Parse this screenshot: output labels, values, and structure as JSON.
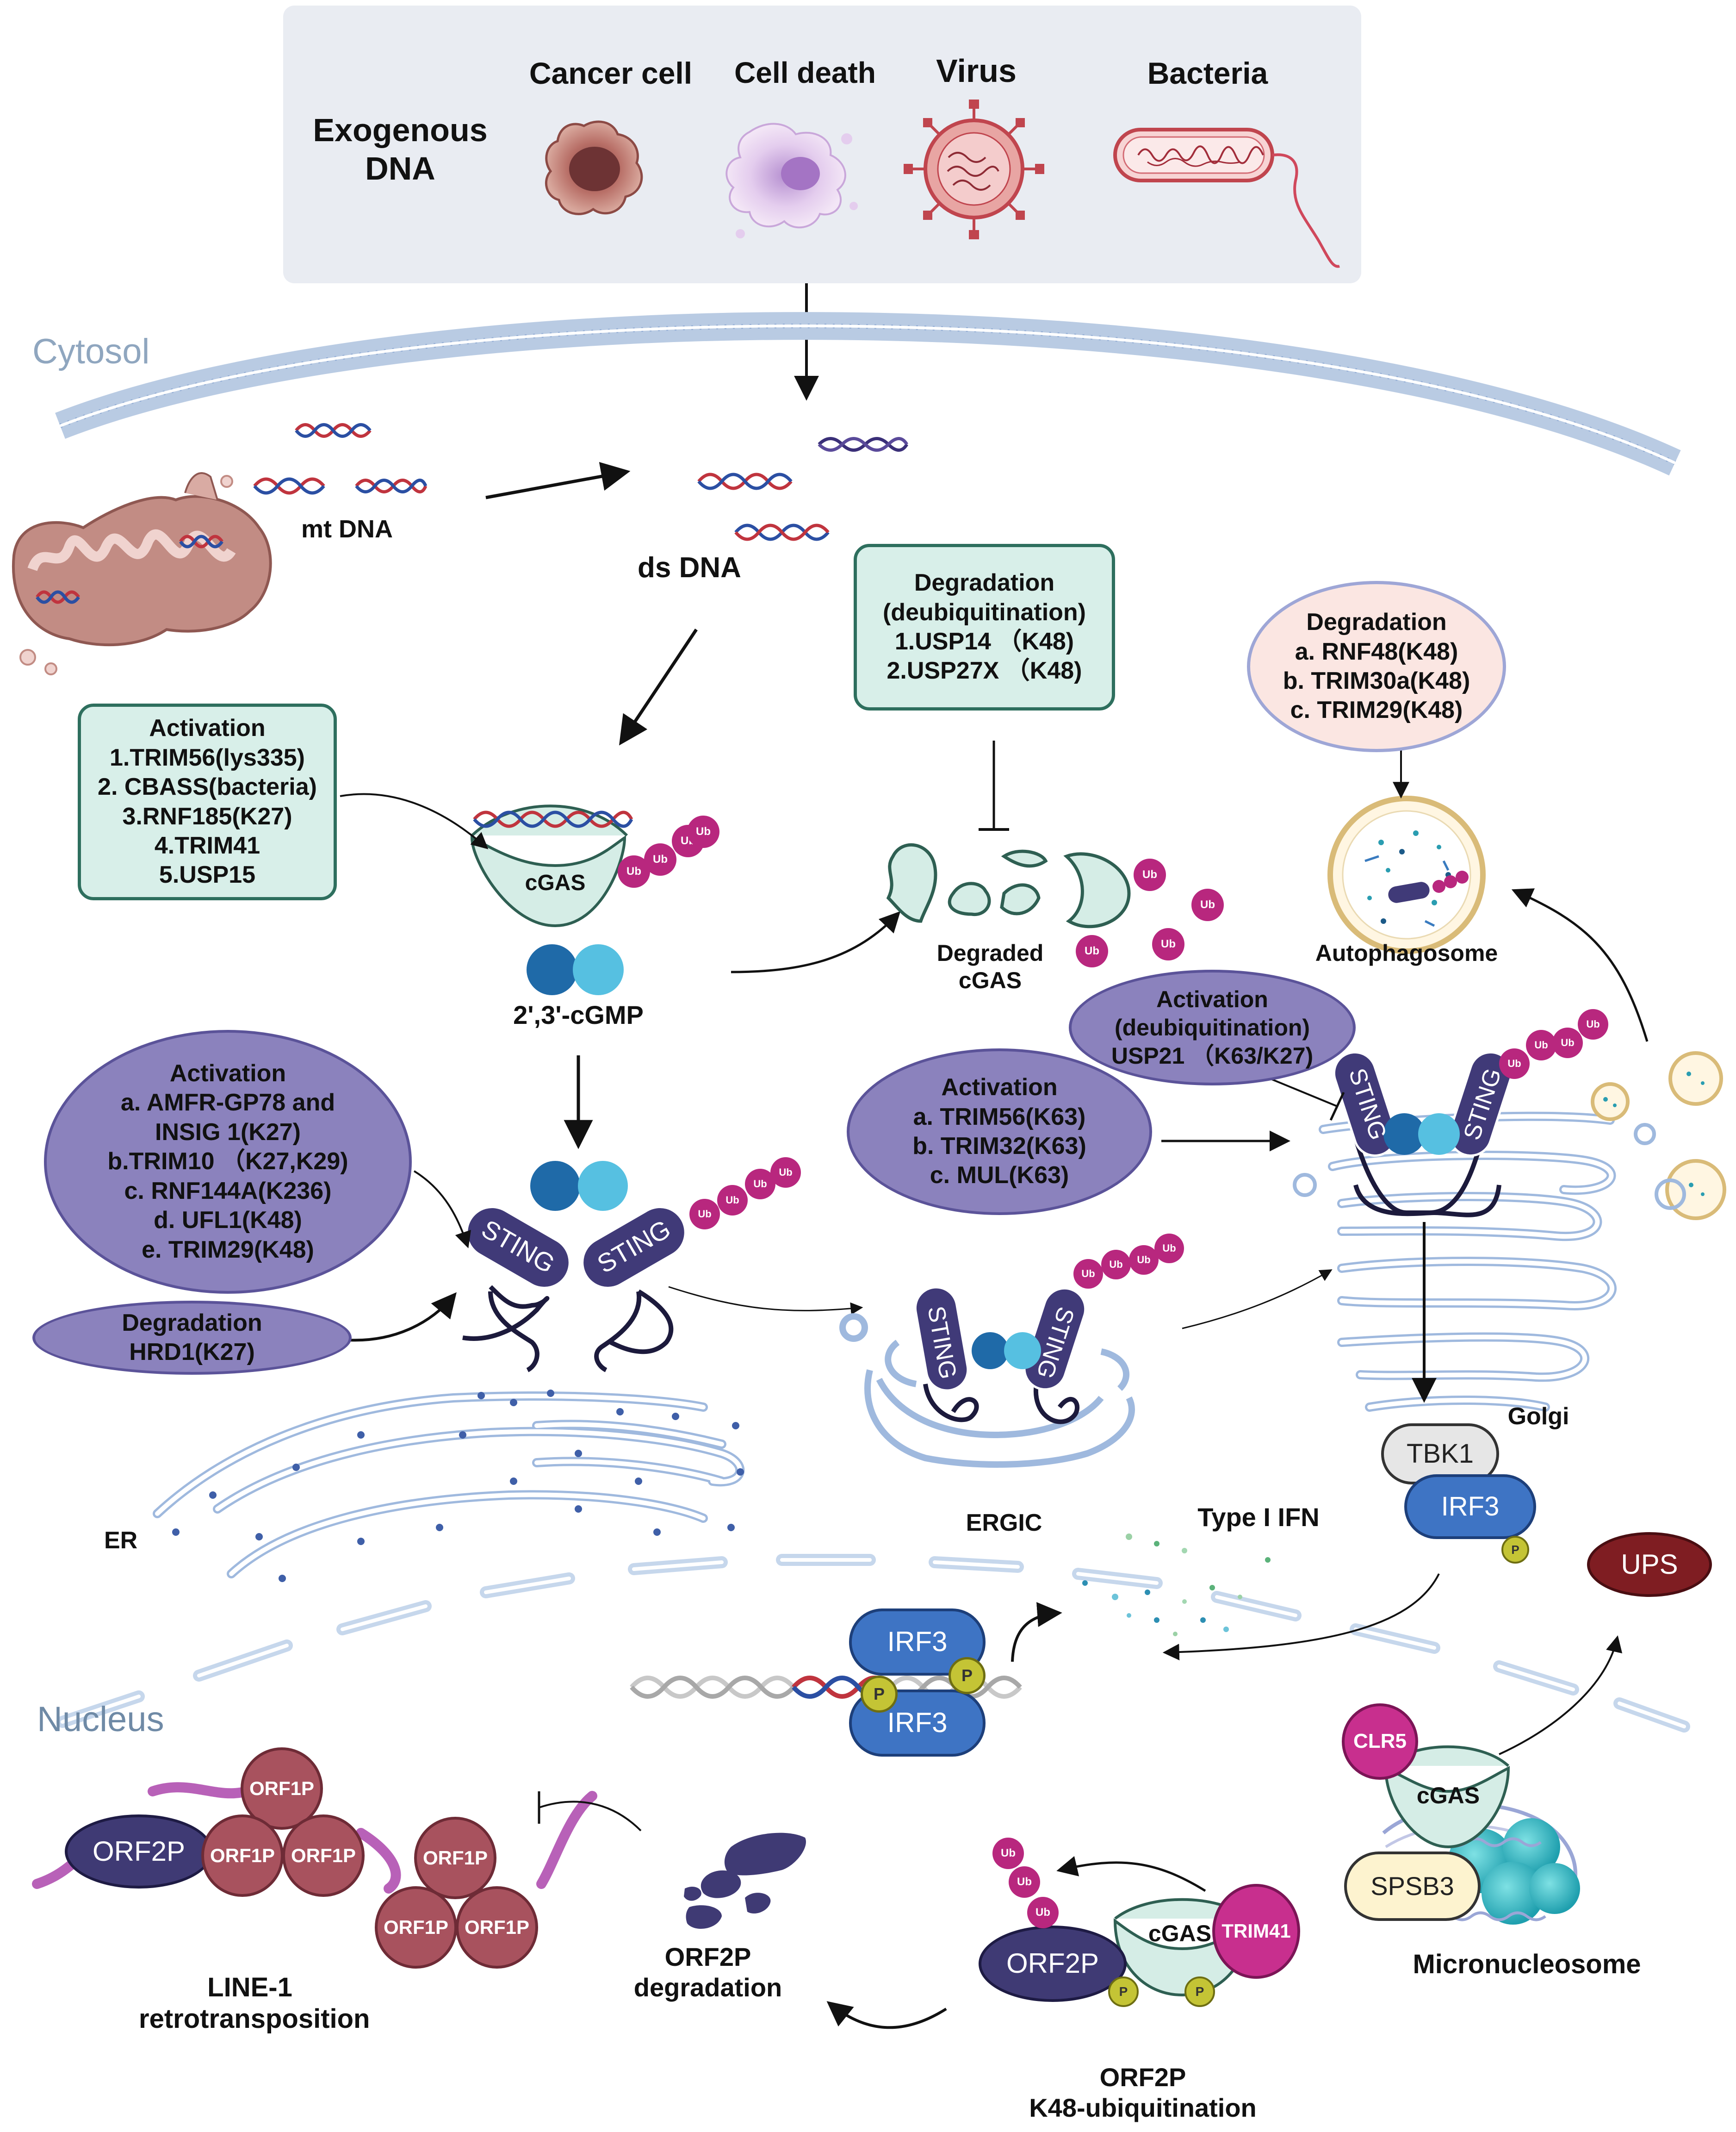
{
  "exogenous": {
    "title_line1": "Exogenous",
    "title_line2": "DNA",
    "sources": [
      "Cancer cell",
      "Cell death",
      "Virus",
      "Bacteria"
    ]
  },
  "compartments": {
    "cytosol": "Cytosol",
    "nucleus": "Nucleus",
    "er": "ER",
    "ergic": "ERGIC",
    "golgi": "Golgi",
    "autophagosome": "Autophagosome",
    "micronucleosome": "Micronucleosome"
  },
  "dna": {
    "mt_dna": "mt DNA",
    "ds_dna": "ds DNA"
  },
  "cgas_activation": {
    "title": "Activation",
    "items": [
      "1.TRIM56(lys335)",
      "2. CBASS(bacteria)",
      "3.RNF185(K27)",
      "4.TRIM41",
      "5.USP15"
    ]
  },
  "cgas_degradation": {
    "title": "Degradation",
    "subtitle": "(deubiquitination)",
    "items": [
      "1.USP14 （K48)",
      "2.USP27X （K48)"
    ]
  },
  "sting_degradation_top": {
    "title": "Degradation",
    "items": [
      "a.  RNF48(K48)",
      "b.  TRIM30a(K48)",
      "c.  TRIM29(K48)"
    ]
  },
  "sting_activation_left": {
    "title": "Activation",
    "items": [
      "a. AMFR-GP78 and",
      "INSIG 1(K27)",
      "b.TRIM10 （K27,K29)",
      "c. RNF144A(K236)",
      "d. UFL1(K48)",
      "e. TRIM29(K48)"
    ]
  },
  "sting_degradation_hrd1": {
    "title": "Degradation",
    "item": "HRD1(K27)"
  },
  "sting_activation_mid": {
    "title": "Activation",
    "items": [
      "a.  TRIM56(K63)",
      "b.  TRIM32(K63)",
      "c.  MUL(K63)"
    ]
  },
  "sting_activation_usp21": {
    "title": "Activation",
    "subtitle": "(deubiquitination)",
    "item": "USP21 （K63/K27)"
  },
  "molecules": {
    "cgas": "cGAS",
    "cgamp": "2',3'-cGMP",
    "degraded_cgas_line1": "Degraded",
    "degraded_cgas_line2": "cGAS",
    "sting": "STING",
    "ub": "Ub",
    "p": "P",
    "tbk1": "TBK1",
    "irf3": "IRF3",
    "type_i_ifn": "Type I IFN",
    "ups": "UPS",
    "clr5": "CLR5",
    "spsb3": "SPSB3",
    "orf1p": "ORF1P",
    "orf2p": "ORF2P",
    "trim41": "TRIM41"
  },
  "captions": {
    "line1_title1": "LINE-1",
    "line1_title2": "retrotransposition",
    "orf2p_deg1": "ORF2P",
    "orf2p_deg2": "degradation",
    "orf2p_ub1": "ORF2P",
    "orf2p_ub2": "K48-ubiquitination"
  },
  "colors": {
    "green_box_fill": "#d8efe9",
    "green_box_border": "#2e6f5e",
    "purple_fill": "#8b82bd",
    "sting_fill": "#403a78",
    "ub_fill": "#b8277e",
    "irf3_fill": "#3e74c4",
    "ups_fill": "#7f1d22",
    "orf1p_fill": "#a8525e",
    "orf2p_fill": "#3f3a74",
    "membrane_blue": "#9fb9de"
  }
}
